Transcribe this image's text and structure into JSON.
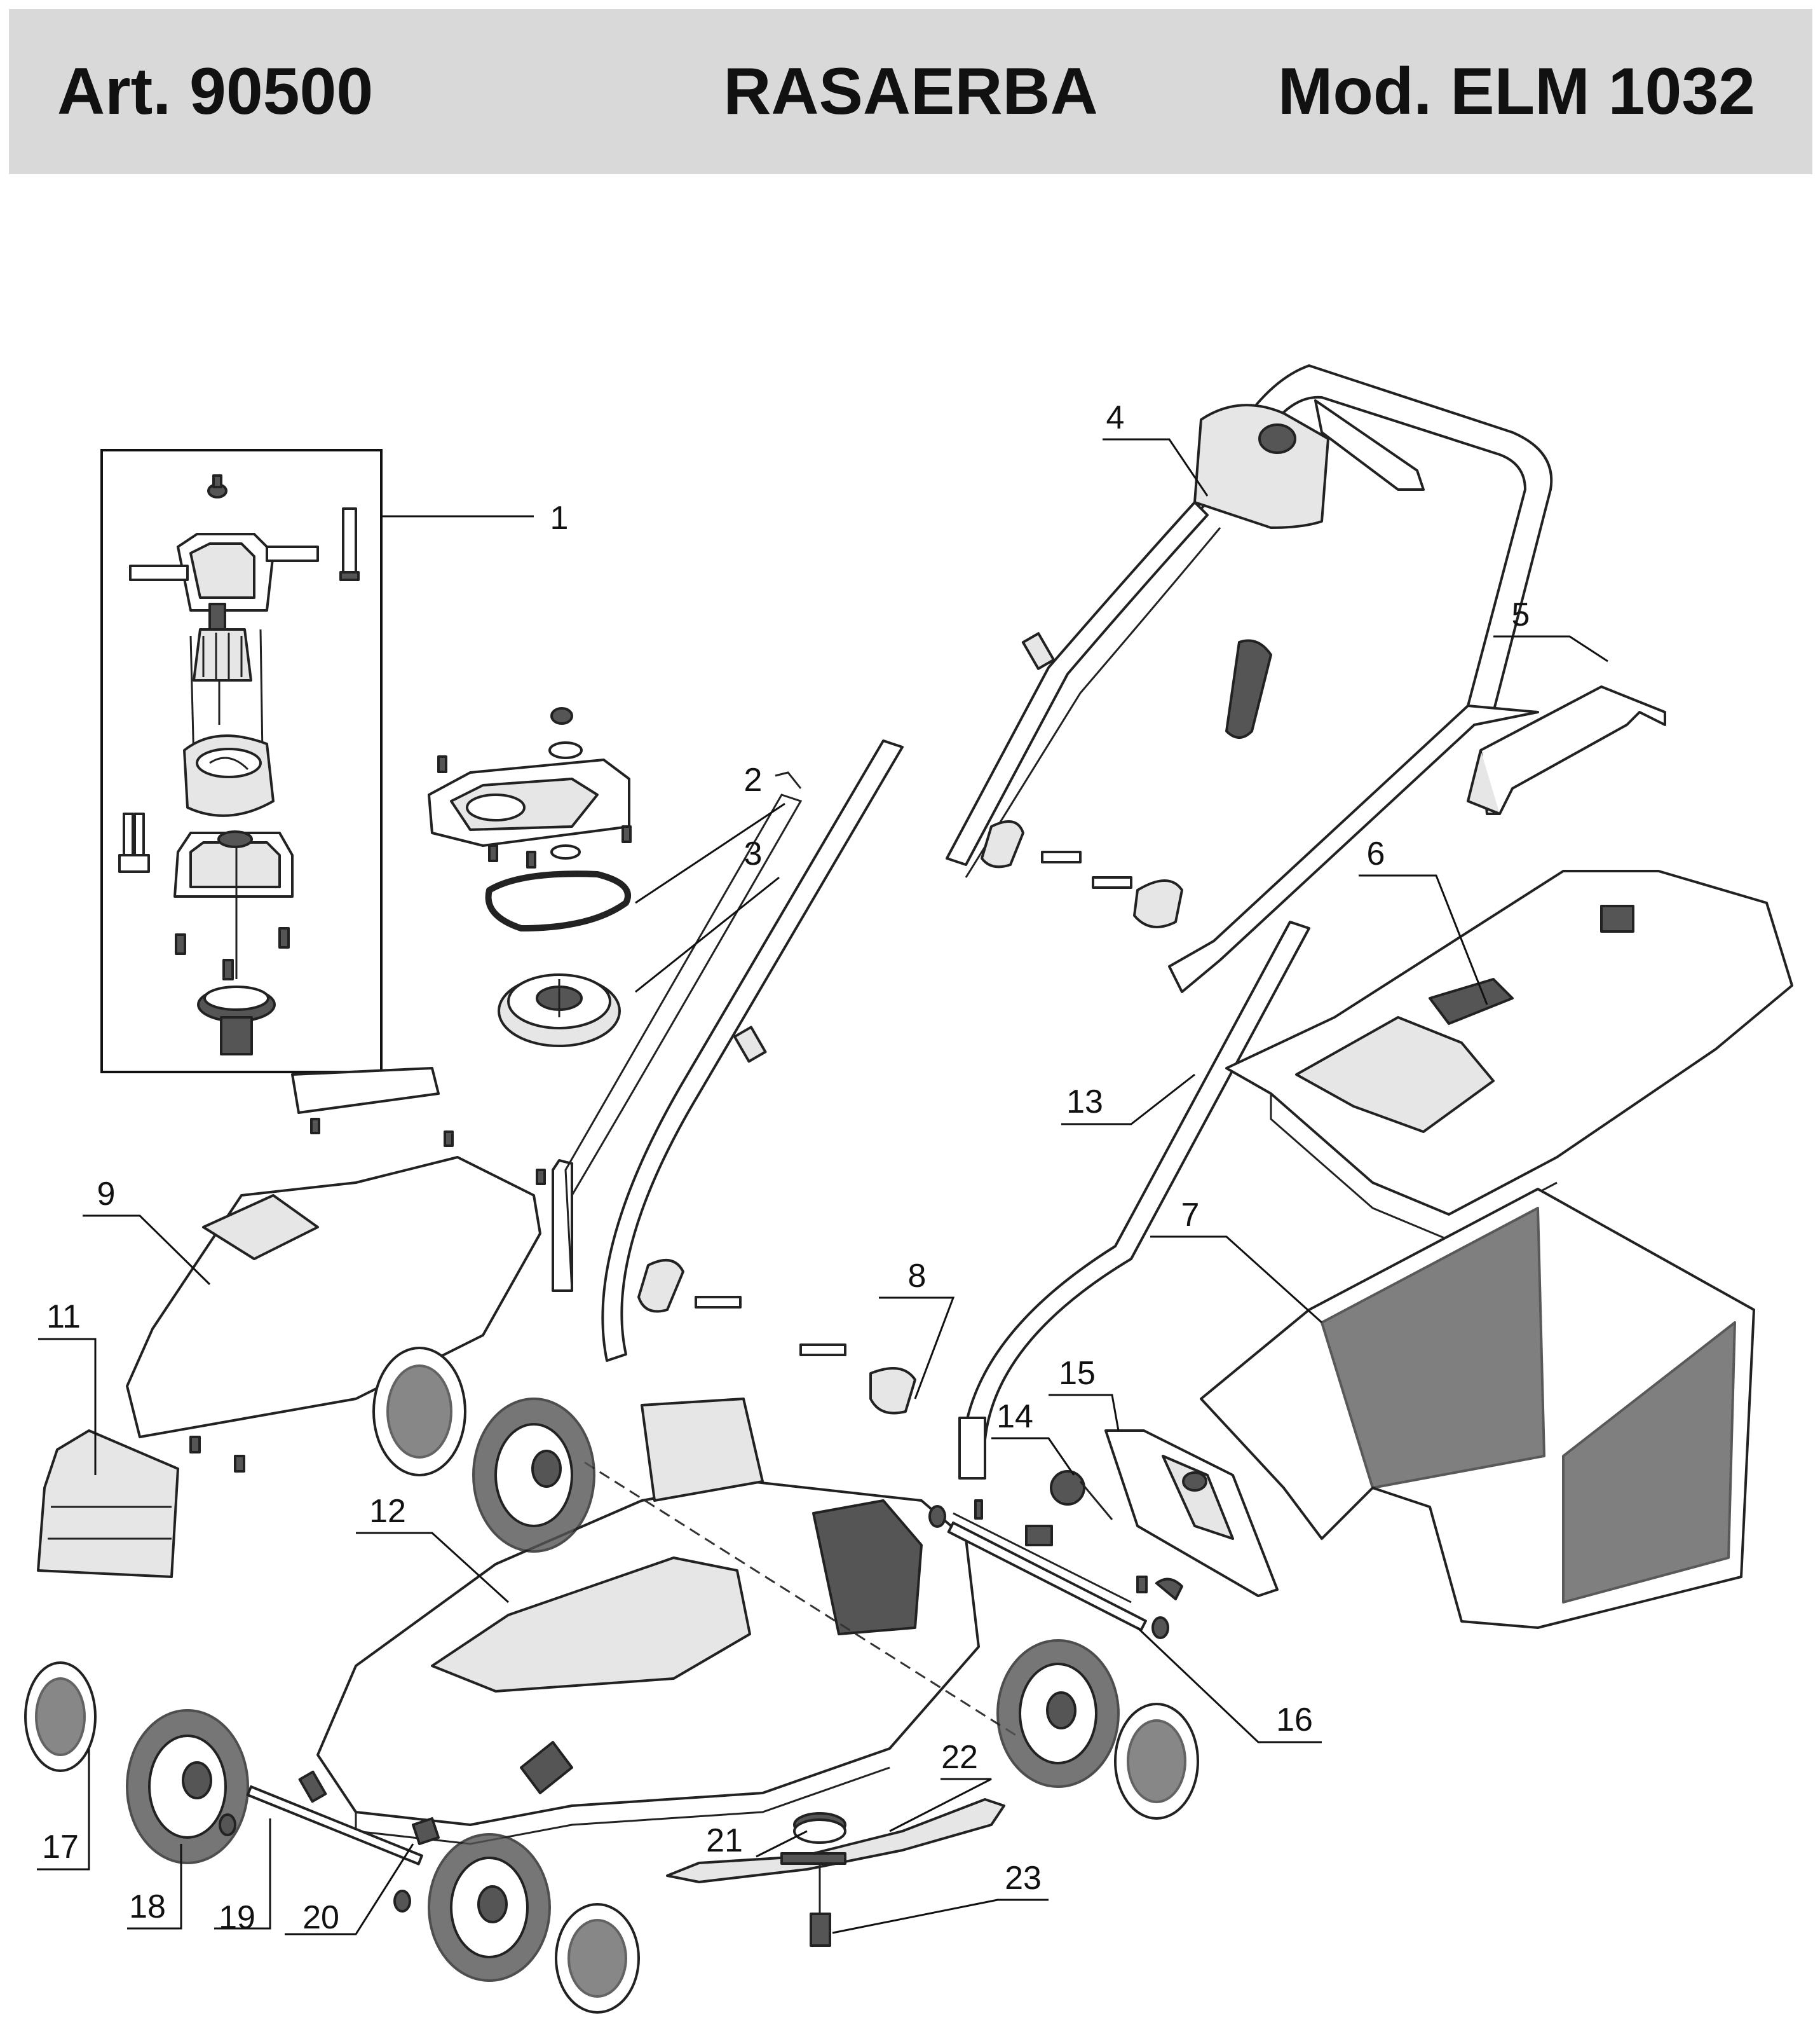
{
  "header": {
    "article": "Art. 90500",
    "title": "RASAERBA",
    "model": "Mod. ELM 1032",
    "background": "#d9d9d9"
  },
  "callouts": [
    {
      "id": "1",
      "text": "1"
    },
    {
      "id": "2",
      "text": "2"
    },
    {
      "id": "3",
      "text": "3"
    },
    {
      "id": "4",
      "text": "4"
    },
    {
      "id": "5",
      "text": "5"
    },
    {
      "id": "6",
      "text": "6"
    },
    {
      "id": "7",
      "text": "7"
    },
    {
      "id": "8",
      "text": "8"
    },
    {
      "id": "9",
      "text": "9"
    },
    {
      "id": "11",
      "text": "11"
    },
    {
      "id": "12",
      "text": "12"
    },
    {
      "id": "13",
      "text": "13"
    },
    {
      "id": "14",
      "text": "14"
    },
    {
      "id": "15",
      "text": "15"
    },
    {
      "id": "16",
      "text": "16"
    },
    {
      "id": "17",
      "text": "17"
    },
    {
      "id": "18",
      "text": "18"
    },
    {
      "id": "19",
      "text": "19"
    },
    {
      "id": "20",
      "text": "20"
    },
    {
      "id": "21",
      "text": "21"
    },
    {
      "id": "22",
      "text": "22"
    },
    {
      "id": "23",
      "text": "23"
    }
  ]
}
